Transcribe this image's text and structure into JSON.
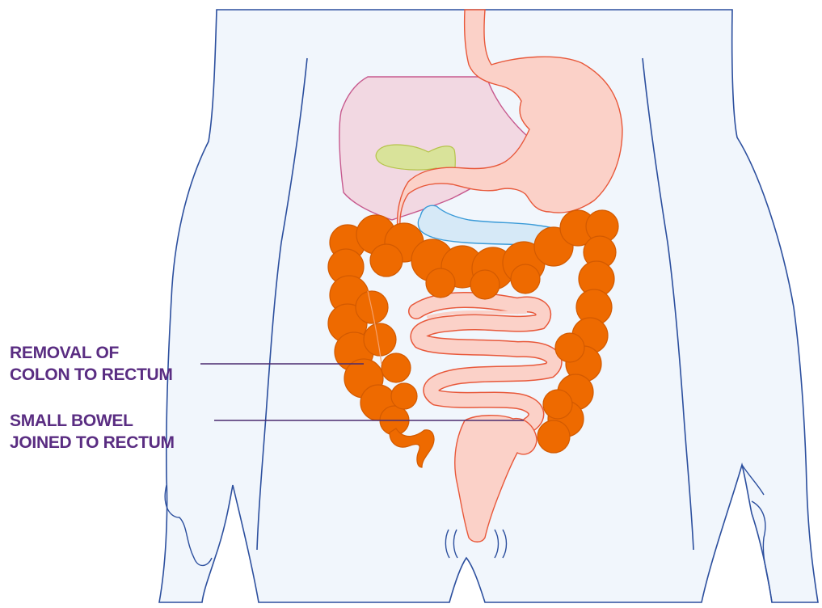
{
  "labels": {
    "colon_removal": {
      "line1": "REMOVAL OF",
      "line2": "COLON TO RECTUM"
    },
    "small_bowel_join": {
      "line1": "SMALL BOWEL",
      "line2": "JOINED TO RECTUM"
    }
  },
  "colors": {
    "label_text": "#5a2d82",
    "leader_line": "#4b2a6e",
    "body_fill": "#f1f6fc",
    "body_outline": "#2c4f9e",
    "colon": "#ee6a00",
    "colon_edge": "#d35a00",
    "liver": "#f2d8e2",
    "liver_edge": "#c75a8e",
    "gallbladder": "#d9e39a",
    "stomach": "#fbd1c8",
    "stomach_edge": "#e8583a",
    "pancreas": "#d6e9f7",
    "pancreas_edge": "#3b9bd8"
  }
}
